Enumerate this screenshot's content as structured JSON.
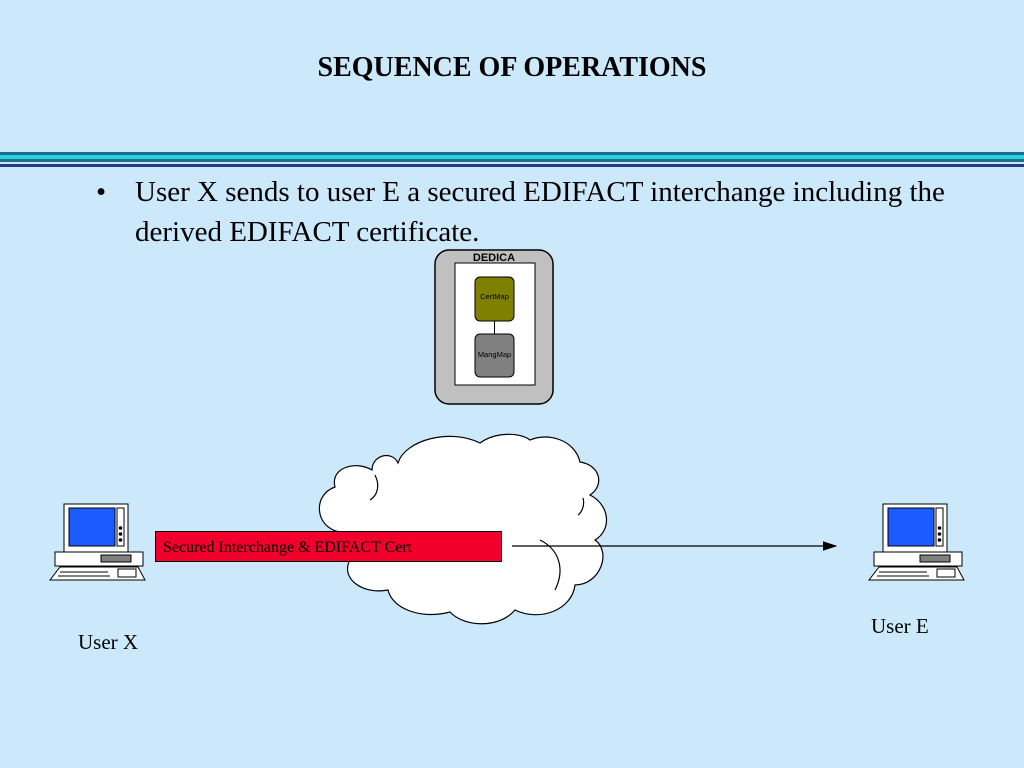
{
  "title": "SEQUENCE OF OPERATIONS",
  "bullet": {
    "marker": "•",
    "text": "User X sends to user E a secured EDIFACT interchange including the derived EDIFACT certificate."
  },
  "dedica": {
    "title": "DEDICA",
    "modules": [
      "CertMap",
      "MangMap"
    ]
  },
  "message_label": "Secured Interchange & EDIFACT Cert",
  "users": {
    "sender": "User X",
    "receiver": "User E"
  },
  "colors": {
    "background": "#cce8fb",
    "banner": "#f0002a",
    "certmap": "#808000",
    "mangmap": "#808080",
    "screen": "#1a5cff"
  }
}
